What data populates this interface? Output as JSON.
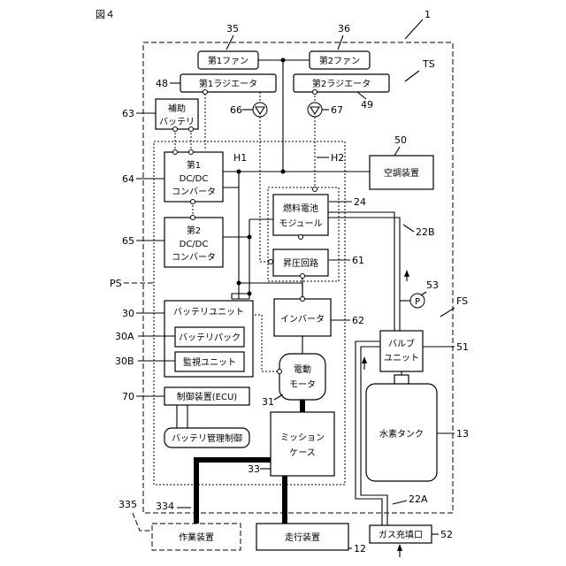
{
  "figure_title": "図４",
  "refs": {
    "r1": "1",
    "r35": "35",
    "r36": "36",
    "TS": "TS",
    "r48": "48",
    "r49": "49",
    "r63": "63",
    "r66": "66",
    "r67": "67",
    "r50": "50",
    "H1": "H1",
    "H2": "H2",
    "r64": "64",
    "r24": "24",
    "r22B": "22B",
    "r65": "65",
    "r61": "61",
    "PS": "PS",
    "r53": "53",
    "FS": "FS",
    "r30": "30",
    "r62": "62",
    "r51": "51",
    "r30A": "30A",
    "r30B": "30B",
    "r70": "70",
    "r31": "31",
    "r13": "13",
    "r33": "33",
    "r335": "335",
    "r334": "334",
    "r22A": "22A",
    "r52": "52",
    "r12": "12"
  },
  "components": {
    "fan1": "第1ファン",
    "fan2": "第2ファン",
    "radiator1": "第1ラジエータ",
    "radiator2": "第2ラジエータ",
    "aux_battery_l1": "補助",
    "aux_battery_l2": "バッテリ",
    "aircon": "空調装置",
    "dcdc1_l1": "第1",
    "dcdc1_l2": "DC/DC",
    "dcdc1_l3": "コンバータ",
    "dcdc2_l1": "第2",
    "dcdc2_l2": "DC/DC",
    "dcdc2_l3": "コンバータ",
    "fuel_cell_l1": "燃料電池",
    "fuel_cell_l2": "モジュール",
    "boost": "昇圧回路",
    "pressure_sensor": "P",
    "battery_unit": "バッテリユニット",
    "battery_pack": "バッテリパック",
    "monitor_unit": "監視ユニット",
    "inverter": "インバータ",
    "valve_l1": "バルブ",
    "valve_l2": "ユニット",
    "controller": "制御装置(ECU)",
    "motor_l1": "電動",
    "motor_l2": "モータ",
    "battery_mgmt": "バッテリ管理制御",
    "hydrogen_tank": "水素タンク",
    "mission_l1": "ミッション",
    "mission_l2": "ケース",
    "work_device": "作業装置",
    "travel_device": "走行装置",
    "gas_port": "ガス充填口"
  }
}
